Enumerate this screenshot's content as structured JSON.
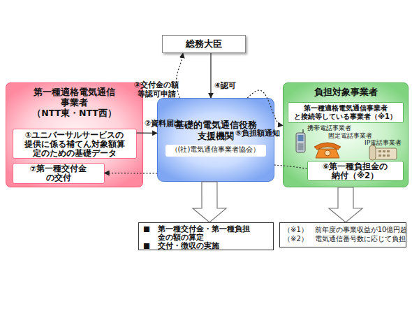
{
  "diagram": {
    "nodes": [
      {
        "text": [
          "総務大臣"
        ]
      },
      {
        "text": [
          "第一種適格電気通信 事業者",
          "（NTT東・NTT西）"
        ]
      },
      {
        "text": [
          "①ユニバーサルサービスの 提供に係る補てん対象額算 定のための基礎データ"
        ],
        "in": 1
      },
      {
        "text": [
          "⑦第一種交付金 の交付"
        ],
        "in": 1
      },
      {
        "text": [
          "基礎的電気通信役務 支援機関"
        ]
      },
      {
        "text": [
          "（(社)電気通信事業者協会）"
        ],
        "in": 4
      },
      {
        "text": [
          "負担対象事業者"
        ]
      },
      {
        "text": [
          "第一種適格電気通信事業者 と接続等している事業者（※1）"
        ],
        "in": 6
      },
      {
        "text": [
          "⑥第一種負担金の 納付（※2）"
        ],
        "in": 6
      },
      {
        "text": [
          "■　第一種交付金・第一種負担 金の額の算定",
          "■　交付・徴収の実施"
        ]
      },
      {
        "text": [
          "（※1）　前年度の事業収益が10億円超",
          "（※2）　電気通信番号数に応じて負担"
        ]
      }
    ],
    "edges": [
      {
        "from": 2,
        "to": 4,
        "label": "②資料届出",
        "arrow": "to"
      },
      {
        "from": 4,
        "to": 0,
        "label": "③交付金の額 等認可申請",
        "arrow": "to"
      },
      {
        "from": 0,
        "to": 4,
        "label": "④認可",
        "arrow": "to"
      },
      {
        "from": 4,
        "to": 6,
        "label": "⑤負担額通知",
        "arrow": "to"
      },
      {
        "from": 8,
        "to": 4,
        "arrow": "none"
      },
      {
        "from": 4,
        "to": 3,
        "arrow": "to"
      },
      {
        "from": 4,
        "to": 9,
        "arrow": "to"
      },
      {
        "from": 6,
        "to": 10,
        "arrow": "to"
      }
    ],
    "labels": [
      "携帯電話事業者",
      "固定電話事業者",
      "IP電話事業者"
    ]
  }
}
